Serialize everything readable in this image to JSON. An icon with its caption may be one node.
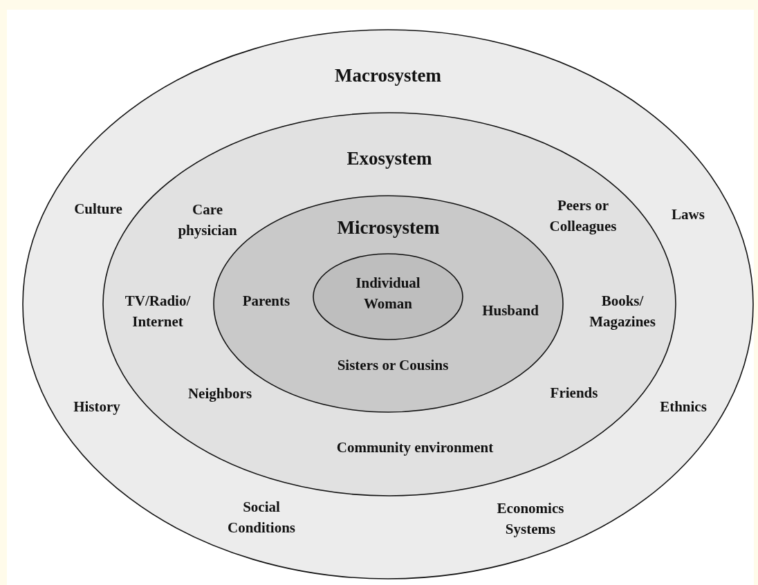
{
  "diagram": {
    "nodes": [
      {
        "text": [
          "Macrosystem"
        ]
      },
      {
        "text": [
          "Exosystem"
        ],
        "in": 0
      },
      {
        "text": [
          "Microsystem"
        ],
        "in": 1
      },
      {
        "text": [
          "Individual Woman"
        ],
        "in": 2
      }
    ],
    "labels": [
      "Culture",
      "Care physician",
      "Peers or Colleagues",
      "Laws",
      "TV/Radio/ Internet",
      "Parents",
      "Husband",
      "Books/ Magazines",
      "Sisters or Cousins",
      "Neighbors",
      "Friends",
      "History",
      "Ethnics",
      "Community environment",
      "Social Conditions",
      "Economics Systems"
    ]
  }
}
